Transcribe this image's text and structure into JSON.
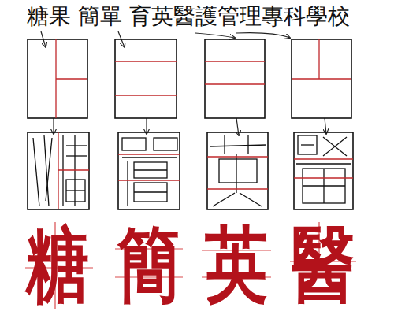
{
  "diagram": {
    "title": "糖果 簡單 育英醫護管理專科學校",
    "labels": [
      "糖",
      "簡",
      "英",
      "醫"
    ]
  }
}
